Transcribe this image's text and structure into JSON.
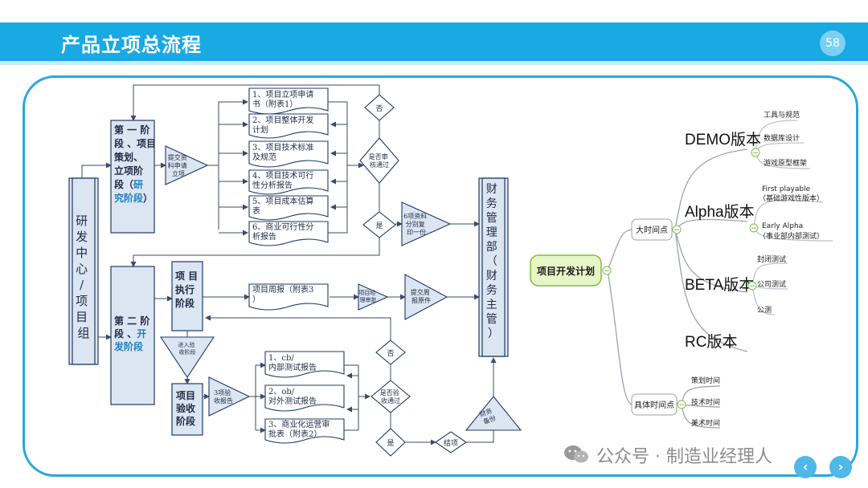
{
  "header": {
    "title": "产品立项总流程",
    "page_number": "58"
  },
  "flow": {
    "org": [
      "研",
      "发",
      "中",
      "心",
      "/",
      "项",
      "目",
      "组"
    ],
    "stage1": {
      "lines": [
        "第 一 阶",
        "段 、项目",
        "策划、",
        "立项阶",
        "段（"
      ],
      "blue": [
        "研",
        "究阶段"
      ],
      "tail": "）"
    },
    "stage2": {
      "lines": [
        "第 二 阶"
      ],
      "mix": "段 、",
      "blue1": "开",
      "blue2": "发阶段"
    },
    "submit_material": [
      "提交资",
      "料申请",
      "立项"
    ],
    "docs": [
      [
        "1、项目立项申请",
        "书（附表1）"
      ],
      [
        "2、项目整体开发",
        "计划"
      ],
      [
        "3、项目技术标准",
        "及规范"
      ],
      [
        "4、项目技术可行",
        "性分析报告"
      ],
      [
        "5、项目成本估算",
        "表"
      ],
      [
        "6、商业可行性分",
        "析报告"
      ]
    ],
    "no1": "否",
    "review_pass": [
      "是否审",
      "核通过"
    ],
    "yes1": "是",
    "six_docs": [
      "6项资料",
      "分别复",
      "印一份"
    ],
    "finance": [
      "财",
      "务",
      "管",
      "理",
      "部",
      "（",
      "财",
      "务",
      "主",
      "管",
      "）"
    ],
    "exec_stage": [
      "项 目",
      "执行",
      "阶段"
    ],
    "weekly": [
      "项目周报（附表3",
      "）"
    ],
    "pm_review": [
      "项目经",
      "理审批"
    ],
    "submit_weekly": [
      "提交周",
      "报原件"
    ],
    "enter_accept": [
      "进入验",
      "收阶段"
    ],
    "accept_stage": [
      "项目",
      "验收",
      "阶段"
    ],
    "three_reports": [
      "3项验",
      "收报告"
    ],
    "reports": [
      [
        "1、cb/",
        "内部测试报告"
      ],
      [
        "2、ob/",
        "对外测试报告"
      ],
      [
        "3、商业化运营审",
        "批表（附表2）"
      ]
    ],
    "no2": "否",
    "accept_pass": [
      "是否验",
      "收通过"
    ],
    "yes2": "是",
    "close": "结项",
    "finance_ops": [
      "财务",
      "备份"
    ]
  },
  "mindmap": {
    "root": "项目开发计划",
    "big": "大时间点",
    "spec": "具体时间点",
    "demo": "DEMO版本",
    "alpha": "Alpha版本",
    "beta": "BETA版本",
    "rc": "RC版本",
    "demo_items": [
      "工具与规范",
      "数据库设计",
      "游戏原型框架"
    ],
    "alpha_items": [
      [
        "First playable",
        "（基础游戏性版本）"
      ],
      [
        "Early Alpha",
        "（事业部内部测试）"
      ]
    ],
    "beta_items": [
      "封闭测试",
      "公司测试",
      "公测"
    ],
    "spec_items": [
      "策划时间",
      "技术时间",
      "美术时间"
    ]
  },
  "watermark": "公众号 · 制造业经理人",
  "colors": {
    "header": "#19a9e3",
    "frame": "#2aa6dd",
    "box": "#dce6f2",
    "box_stroke": "#1f3864",
    "root_fill": "#e6f6c8",
    "root_stroke": "#7fbf3f",
    "accent_blue": "#1f7fc4"
  }
}
